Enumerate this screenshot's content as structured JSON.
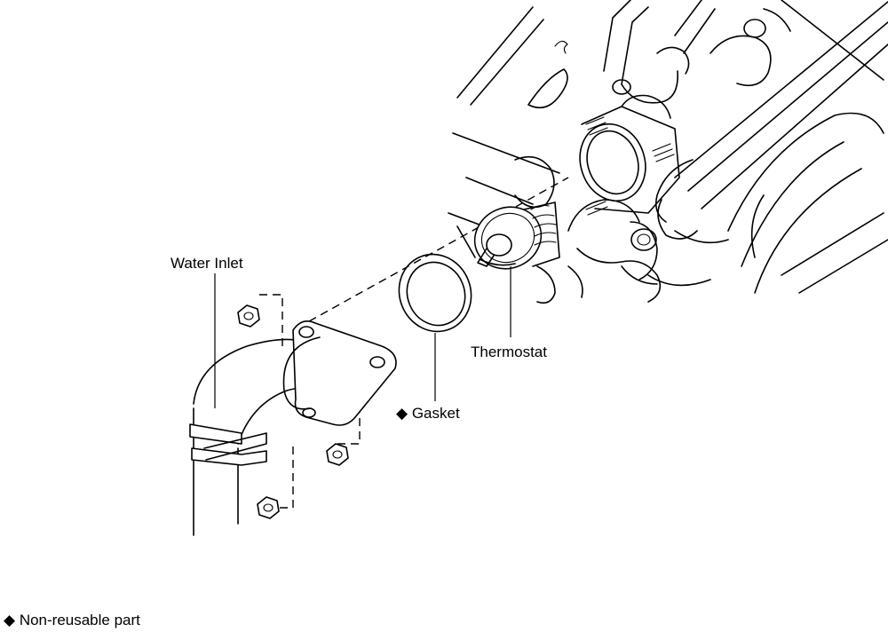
{
  "labels": {
    "water_inlet": "Water Inlet",
    "thermostat": "Thermostat",
    "gasket_marker": "◆",
    "gasket": "Gasket",
    "legend_marker": "◆",
    "legend_text": "Non-reusable part"
  }
}
